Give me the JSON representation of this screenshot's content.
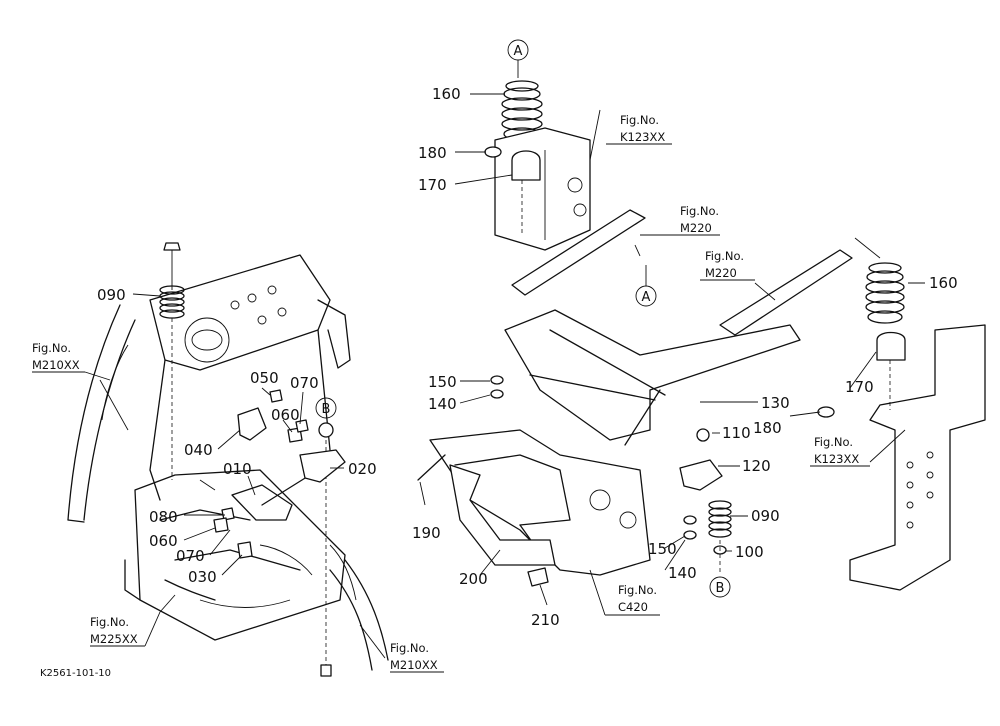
{
  "drawing_code": "K2561-101-10",
  "callouts": {
    "p090_left": "090",
    "p050": "050",
    "p070_top": "070",
    "p060_top": "060",
    "p040": "040",
    "p010": "010",
    "p020": "020",
    "p080": "080",
    "p060_bottom": "060",
    "p070_bottom": "070",
    "p030": "030",
    "p160_top": "160",
    "p180_top": "180",
    "p170_top": "170",
    "p160_right": "160",
    "p170_right": "170",
    "p180_right": "180",
    "p150_left": "150",
    "p140_left": "140",
    "p130": "130",
    "p110": "110",
    "p120": "120",
    "p190": "190",
    "p090_right": "090",
    "p150_bottom": "150",
    "p140_bottom": "140",
    "p100": "100",
    "p200": "200",
    "p210": "210"
  },
  "markers": {
    "a_top": "A",
    "a_mid": "A",
    "b_left": "B",
    "b_right": "B"
  },
  "fig_refs": [
    {
      "prefix": "Fig.No.",
      "code": "M210XX"
    },
    {
      "prefix": "Fig.No.",
      "code": "M225XX"
    },
    {
      "prefix": "Fig.No.",
      "code": "M210XX"
    },
    {
      "prefix": "Fig.No.",
      "code": "K123XX"
    },
    {
      "prefix": "Fig.No.",
      "code": "M220"
    },
    {
      "prefix": "Fig.No.",
      "code": "M220"
    },
    {
      "prefix": "Fig.No.",
      "code": "K123XX"
    },
    {
      "prefix": "Fig.No.",
      "code": "C420"
    }
  ]
}
